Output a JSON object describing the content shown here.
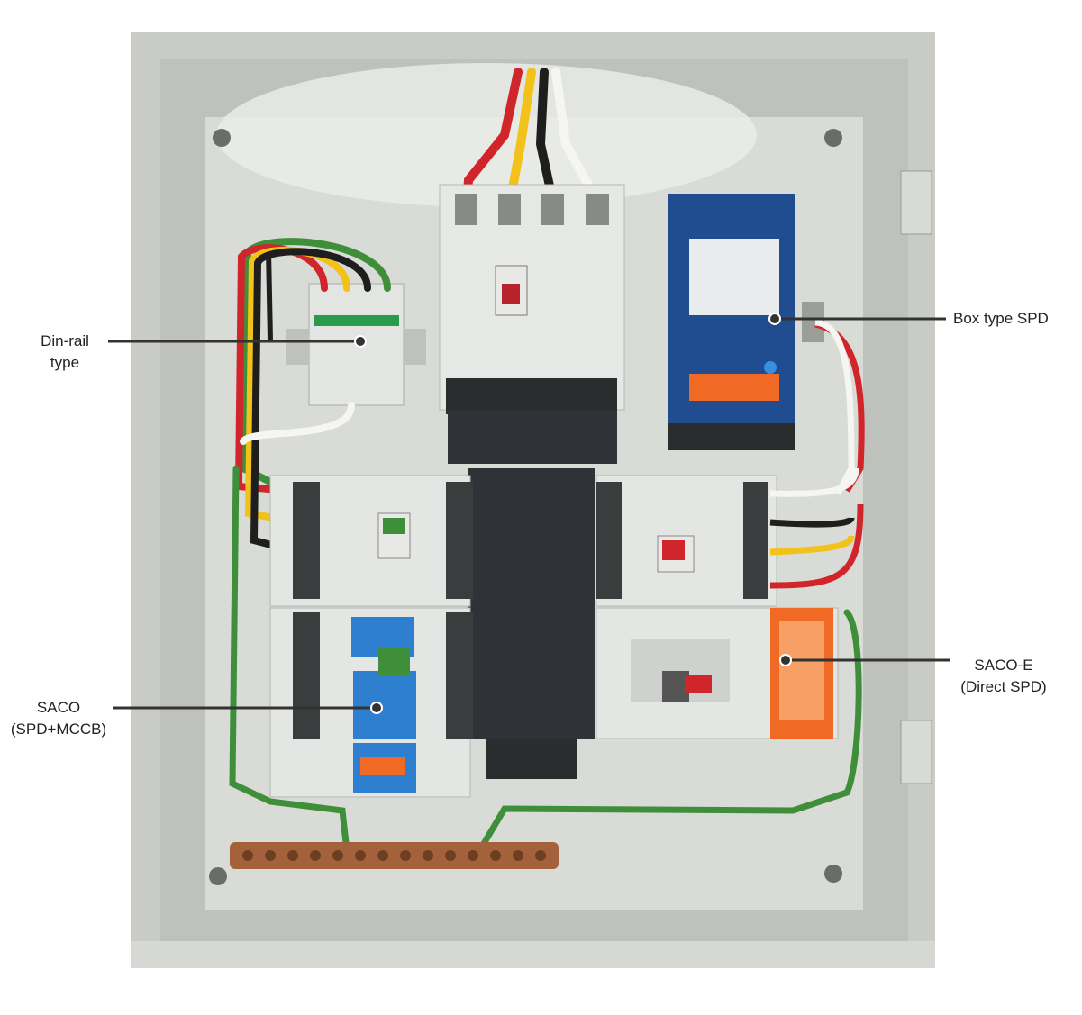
{
  "image": {
    "subject": "electrical distribution panel with surge protection devices",
    "colors": {
      "enclosure": "#cfd1cc",
      "backplate": "#dcdfda",
      "breaker_body": "#e4e6e3",
      "busbar": "#2f3338",
      "copper": "#a4623c",
      "wire_red": "#d0252b",
      "wire_yellow": "#f2c21b",
      "wire_black": "#1e1e1e",
      "wire_white": "#f5f5f2",
      "wire_green": "#3f8f3a",
      "box_spd": "#1f4d8f",
      "saco_e": "#f06a25",
      "callout_line": "#333333"
    }
  },
  "callouts": {
    "din_rail": {
      "line1": "Din-rail",
      "line2": "type"
    },
    "box_spd": {
      "line1": "Box type SPD"
    },
    "saco": {
      "line1": "SACO",
      "line2": "(SPD+MCCB)"
    },
    "saco_e": {
      "line1": "SACO-E",
      "line2": "(Direct SPD)"
    }
  }
}
